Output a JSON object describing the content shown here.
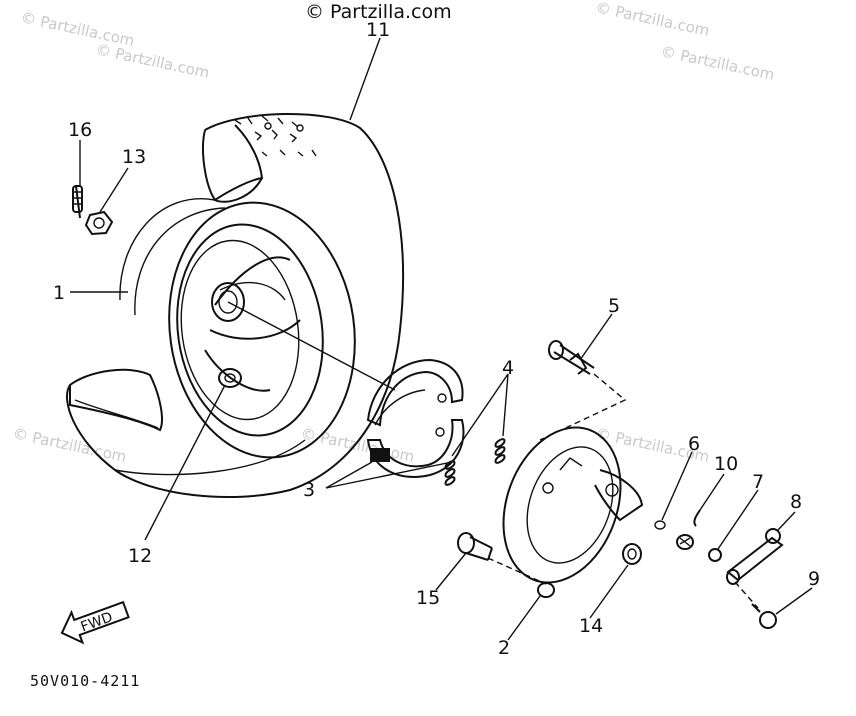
{
  "watermark_top": "© Partzilla.com",
  "watermarks": [
    "© Partzilla.com",
    "© Partzilla.com",
    "© Partzilla.com",
    "© Partzilla.com",
    "© Partzilla.com",
    "© Partzilla.com",
    "© Partzilla.com"
  ],
  "fwd_label": "FWD",
  "diagram_code": "50V010-4211",
  "callouts": {
    "wheel_assembly": "1",
    "brake_plate": "2",
    "brake_shoes": "3",
    "springs": "4",
    "brake_camshaft": "5",
    "o_ring": "6",
    "torsion_spring": "7",
    "brake_lever": "8",
    "lever_bolt": "9",
    "spring_10": "10",
    "tire": "11",
    "bearing": "12",
    "nut": "13",
    "washer": "14",
    "bolt_15": "15",
    "valve": "16"
  }
}
